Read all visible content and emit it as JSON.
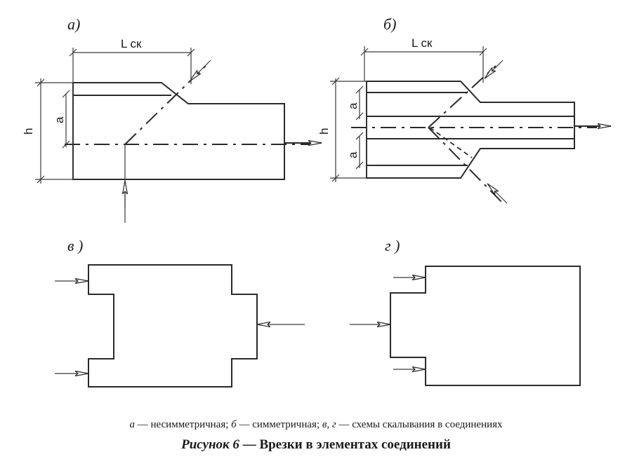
{
  "panels": {
    "a": {
      "label": "а)",
      "dim_length": "L ск",
      "dim_height": "h",
      "dim_offset": "a"
    },
    "b": {
      "label": "б)",
      "dim_length": "L ск",
      "dim_height": "h",
      "dim_offset_top": "a",
      "dim_offset_bottom": "a"
    },
    "v": {
      "label": "в )"
    },
    "g": {
      "label": "г )"
    }
  },
  "caption": {
    "a_key": "а",
    "a_text": "— несимметричная;",
    "b_key": "б",
    "b_text": "— симметричная;",
    "vg_key": "в, г",
    "vg_text": "— схемы скалывания в соединениях"
  },
  "figure": {
    "number": "Рисунок 6",
    "title": "— Врезки в элементах соединений"
  }
}
